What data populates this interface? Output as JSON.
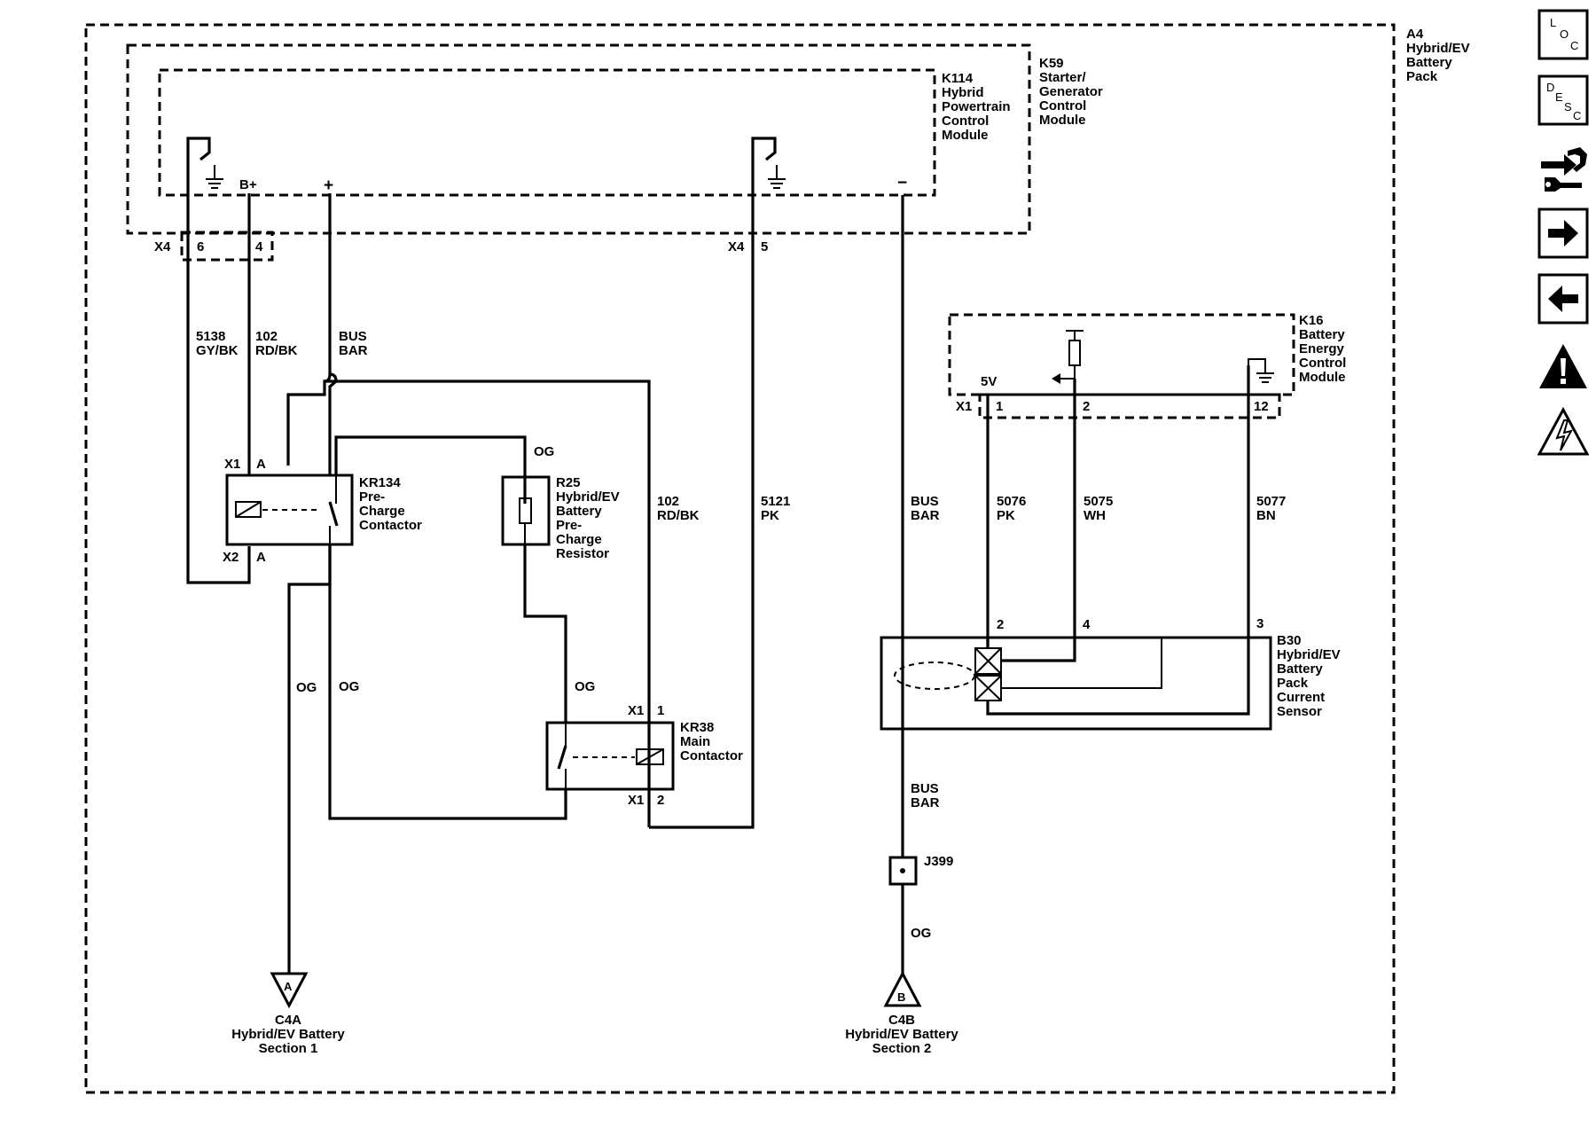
{
  "modules": {
    "a4": {
      "ref": "A4",
      "lines": [
        "Hybrid/EV",
        "Battery",
        "Pack"
      ]
    },
    "k59": {
      "ref": "K59",
      "lines": [
        "Starter/",
        "Generator",
        "Control",
        "Module"
      ]
    },
    "k114": {
      "ref": "K114",
      "lines": [
        "Hybrid",
        "Powertrain",
        "Control",
        "Module"
      ]
    },
    "k16": {
      "ref": "K16",
      "lines": [
        "Battery",
        "Energy",
        "Control",
        "Module"
      ]
    },
    "kr134": {
      "ref": "KR134",
      "lines": [
        "Pre-",
        "Charge",
        "Contactor"
      ]
    },
    "r25": {
      "ref": "R25",
      "lines": [
        "Hybrid/EV",
        "Battery",
        "Pre-",
        "Charge",
        "Resistor"
      ]
    },
    "kr38": {
      "ref": "KR38",
      "lines": [
        "Main",
        "Contactor"
      ]
    },
    "b30": {
      "ref": "B30",
      "lines": [
        "Hybrid/EV",
        "Battery",
        "Pack",
        "Current",
        "Sensor"
      ]
    },
    "j399": {
      "ref": "J399"
    }
  },
  "terminals": {
    "b_plus": "B+",
    "plus": "+",
    "minus": "−",
    "five_v": "5V"
  },
  "connectors": {
    "x4": "X4",
    "x1": "X1",
    "x2": "X2",
    "pin_6": "6",
    "pin_4": "4",
    "pin_5": "5",
    "k16_pin_1": "1",
    "k16_pin_2": "2",
    "k16_pin_12": "12",
    "kr134_pin_a1": "A",
    "kr134_pin_a2": "A",
    "kr38_pin_1": "1",
    "kr38_pin_2": "2",
    "b30_pin_2": "2",
    "b30_pin_4": "4",
    "b30_pin_3": "3"
  },
  "wires": {
    "w5138": {
      "circuit": "5138",
      "color": "GY/BK"
    },
    "w102_top": {
      "circuit": "102",
      "color": "RD/BK"
    },
    "busbar_top": {
      "circuit": "BUS",
      "color": "BAR"
    },
    "w102_mid": {
      "circuit": "102",
      "color": "RD/BK"
    },
    "w5121": {
      "circuit": "5121",
      "color": "PK"
    },
    "busbar_mid": {
      "circuit": "BUS",
      "color": "BAR"
    },
    "w5076": {
      "circuit": "5076",
      "color": "PK"
    },
    "w5075": {
      "circuit": "5075",
      "color": "WH"
    },
    "w5077": {
      "circuit": "5077",
      "color": "BN"
    },
    "busbar_low": {
      "circuit": "BUS",
      "color": "BAR"
    },
    "og_resistor": "OG",
    "og_left_1": "OG",
    "og_left_2": "OG",
    "og_main": "OG",
    "og_j399": "OG"
  },
  "outputs": {
    "c4a": {
      "symbol": "A",
      "ref": "C4A",
      "lines": [
        "Hybrid/EV Battery",
        "Section 1"
      ]
    },
    "c4b": {
      "symbol": "B",
      "ref": "C4B",
      "lines": [
        "Hybrid/EV Battery",
        "Section 2"
      ]
    }
  },
  "toolbar": {
    "loc": {
      "l1": "L",
      "l2": "O",
      "l3": "C"
    },
    "desc": {
      "l1": "D",
      "l2": "E",
      "l3": "S",
      "l4": "C"
    }
  }
}
